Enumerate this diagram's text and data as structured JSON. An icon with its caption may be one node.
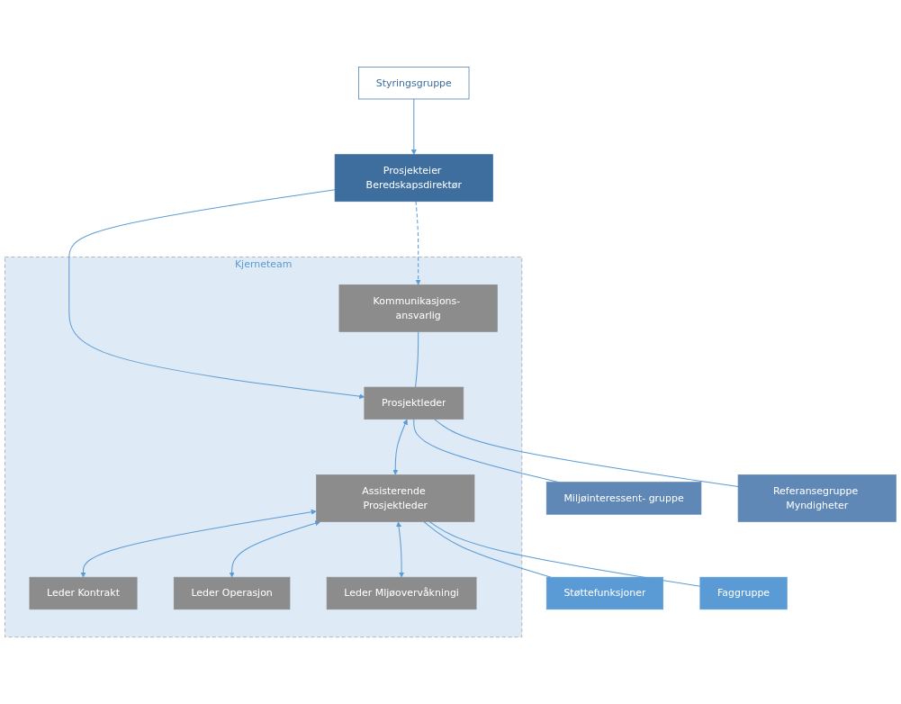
{
  "diagram": {
    "nodes": [
      {
        "text": [
          "Prosjekteier Beredskapsdirektør"
        ]
      },
      {
        "text": [
          "Styringsgruppe"
        ]
      },
      {
        "text": [
          "Kjerneteam"
        ]
      },
      {
        "text": [
          "Kommunikasjons- ansvarlig"
        ],
        "in": 2
      },
      {
        "text": [
          "Prosjektleder"
        ],
        "in": 2
      },
      {
        "text": [
          "Assisterende Prosjektleder"
        ],
        "in": 2
      },
      {
        "text": [
          "Leder Kontrakt"
        ],
        "in": 2
      },
      {
        "text": [
          "Leder Operasjon"
        ],
        "in": 2
      },
      {
        "text": [
          "Leder Mljøovervåkningi"
        ],
        "in": 2
      },
      {
        "text": [
          "Miljøinteressent- gruppe"
        ]
      },
      {
        "text": [
          "Referansegruppe Myndigheter"
        ]
      },
      {
        "text": [
          "Støttefunksjoner"
        ]
      },
      {
        "text": [
          "Faggruppe"
        ]
      }
    ],
    "edges": [
      {
        "from": 1,
        "to": 0,
        "arrow": "to"
      },
      {
        "from": 0,
        "to": 3,
        "arrow": "to",
        "style": "dashed"
      },
      {
        "from": 0,
        "to": 4,
        "arrow": "to"
      },
      {
        "from": 3,
        "to": 4,
        "arrow": "none"
      },
      {
        "from": 4,
        "to": 9,
        "arrow": "none"
      },
      {
        "from": 4,
        "to": 10,
        "arrow": "none"
      },
      {
        "from": 4,
        "to": 5,
        "arrow": "both"
      },
      {
        "from": 5,
        "to": 11,
        "arrow": "none"
      },
      {
        "from": 5,
        "to": 12,
        "arrow": "none"
      },
      {
        "from": 5,
        "to": 6,
        "arrow": "both"
      },
      {
        "from": 5,
        "to": 7,
        "arrow": "both"
      },
      {
        "from": 5,
        "to": 8,
        "arrow": "both"
      }
    ]
  }
}
